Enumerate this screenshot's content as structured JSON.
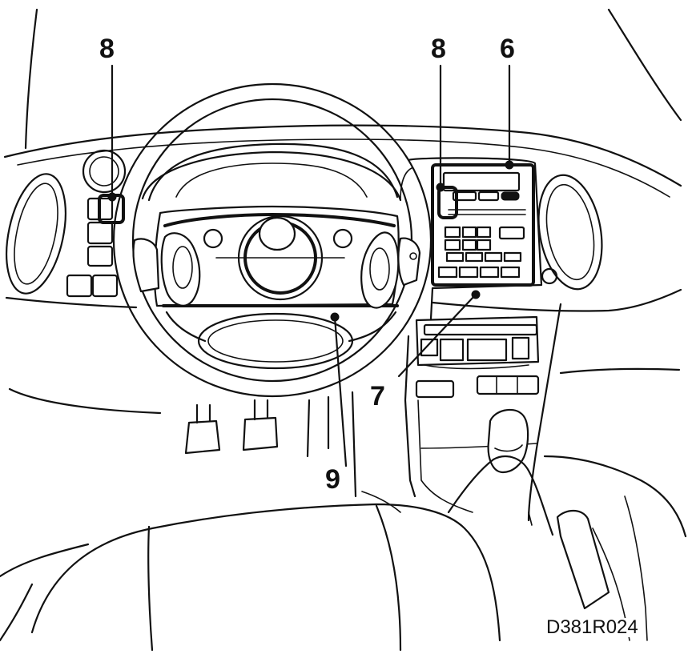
{
  "figure": {
    "code": "D381R024"
  },
  "callouts": {
    "left_switch": "8",
    "right_switch": "8",
    "radio": "6",
    "dash_panel": "7",
    "steering_wheel": "9"
  }
}
